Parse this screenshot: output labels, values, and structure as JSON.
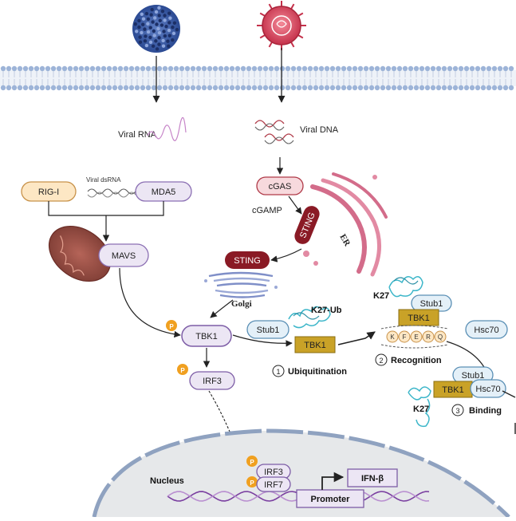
{
  "pathway": {
    "rna_path": {
      "viral_rna": "Viral RNA",
      "viral_dsrna": "Viral dsRNA",
      "rig_i": "RIG-I",
      "mda5": "MDA5",
      "mavs": "MAVS"
    },
    "dna_path": {
      "viral_dna": "Viral DNA",
      "cgas": "cGAS",
      "cgamp": "cGAMP",
      "sting_er": "STING",
      "er": "ER",
      "sting_golgi": "STING",
      "golgi": "Golgi"
    },
    "signaling": {
      "p": "P",
      "tbk1": "TBK1",
      "irf3": "IRF3",
      "irf7": "IRF7"
    },
    "mechanism": {
      "k27_ub": "K27-Ub",
      "stub1": "Stub1",
      "tbk1": "TBK1",
      "step1": "Ubiquitination",
      "step1_num": "1",
      "k27": "K27",
      "motif": [
        "K",
        "F",
        "E",
        "R",
        "Q"
      ],
      "step2": "Recognition",
      "step2_num": "2",
      "hsc70": "Hsc70",
      "step3": "Binding",
      "step3_num": "3"
    },
    "nucleus": {
      "label": "Nucleus",
      "ifn": "IFN-β",
      "promoter": "Promoter"
    }
  },
  "colors": {
    "membrane_head": "#9db4d8",
    "rig_fill": "#fde7c4",
    "rig_stroke": "#c8924a",
    "mda5_fill": "#ece6f4",
    "mda5_stroke": "#8b6fb3",
    "sting_fill": "#8a1a25",
    "cgas_fill": "#f7d9dd",
    "cgas_stroke": "#b03a48",
    "tbk1_gold": "#c9a227",
    "irf_fill": "#ece6f4",
    "irf_stroke": "#7d5da6",
    "p_orange": "#f0a020",
    "ub_teal": "#3cb6c9",
    "hsc70_fill": "#e4f0f8",
    "hsc70_stroke": "#5a8fb5",
    "nucleus_fill": "#e6e8ea",
    "dna_purple": "#7a3fa0"
  }
}
